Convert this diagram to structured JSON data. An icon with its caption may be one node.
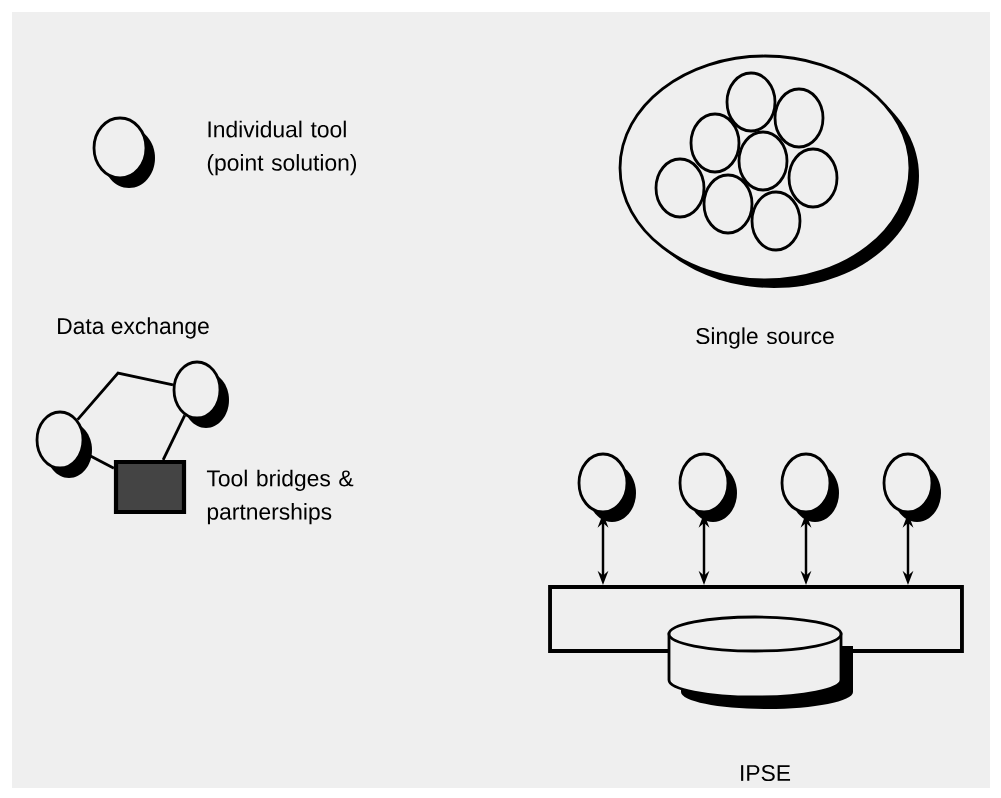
{
  "diagram": {
    "nodes": [
      {
        "text": [],
        "shape": "circle",
        "beside": [
          "Individual tool (point solution)"
        ]
      },
      {
        "text": [],
        "shape": "circle"
      },
      {
        "text": [],
        "shape": "circle"
      },
      {
        "text": [],
        "shape": "box",
        "beside": [
          "Tool bridges & partnerships"
        ]
      },
      {
        "text": [],
        "shape": "circle",
        "beside": [
          "Single source"
        ]
      },
      {
        "text": [],
        "shape": "circle",
        "in": 4
      },
      {
        "text": [],
        "shape": "circle",
        "in": 4
      },
      {
        "text": [],
        "shape": "circle",
        "in": 4
      },
      {
        "text": [],
        "shape": "circle",
        "in": 4
      },
      {
        "text": [],
        "shape": "circle",
        "in": 4
      },
      {
        "text": [],
        "shape": "circle",
        "in": 4
      },
      {
        "text": [],
        "shape": "circle",
        "in": 4
      },
      {
        "text": [],
        "shape": "circle",
        "in": 4
      },
      {
        "text": [],
        "shape": "circle"
      },
      {
        "text": [],
        "shape": "circle"
      },
      {
        "text": [],
        "shape": "circle"
      },
      {
        "text": [],
        "shape": "circle"
      },
      {
        "text": [],
        "shape": "bar"
      },
      {
        "text": [],
        "shape": "cylinder",
        "beside": [
          "IPSE"
        ]
      }
    ],
    "edges": [
      {
        "from": 1,
        "to": 2,
        "arrow": "none"
      },
      {
        "from": 1,
        "to": 3,
        "arrow": "none"
      },
      {
        "from": 2,
        "to": 3,
        "arrow": "none"
      },
      {
        "from": 13,
        "to": 17,
        "arrow": "both"
      },
      {
        "from": 14,
        "to": 17,
        "arrow": "both"
      },
      {
        "from": 15,
        "to": 17,
        "arrow": "both"
      },
      {
        "from": 16,
        "to": 17,
        "arrow": "both"
      }
    ],
    "labels": [
      "Data exchange"
    ]
  }
}
